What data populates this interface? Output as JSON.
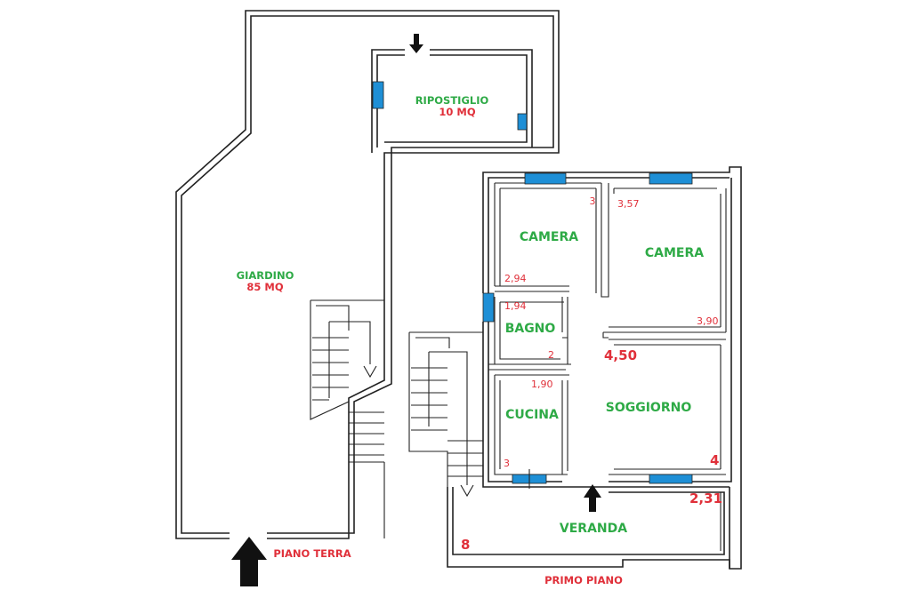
{
  "colors": {
    "room_label": "#2eaa46",
    "dimension": "#e0303a",
    "window": "#1e8fd6",
    "wall": "#222222",
    "arrow": "#111111"
  },
  "ground_floor": {
    "title": "PIANO TERRA",
    "garden": {
      "name": "GIARDINO",
      "area": "85 MQ"
    },
    "storage": {
      "name": "RIPOSTIGLIO",
      "area": "10 MQ"
    }
  },
  "first_floor": {
    "title": "PRIMO PIANO",
    "bedroom_1": {
      "name": "CAMERA",
      "dim_top": "3",
      "dim_side": "2,94"
    },
    "bedroom_2": {
      "name": "CAMERA",
      "dim_top": "3,57",
      "dim_side": "3,90"
    },
    "bathroom": {
      "name": "BAGNO",
      "dim_top": "1,94",
      "dim_side": "2"
    },
    "living_room": {
      "name": "SOGGIORNO",
      "dim_top": "4,50",
      "dim_side": "4"
    },
    "kitchen": {
      "name": "CUCINA",
      "dim_top": "1,90",
      "dim_side": "3"
    },
    "veranda": {
      "name": "VERANDA",
      "dim_top": "2,31",
      "dim_side": "8"
    }
  },
  "icons": [
    "entrance-arrow-icon",
    "storage-entrance-arrow-icon",
    "first-floor-entrance-arrow-icon",
    "stair-direction-arrow-icon"
  ]
}
